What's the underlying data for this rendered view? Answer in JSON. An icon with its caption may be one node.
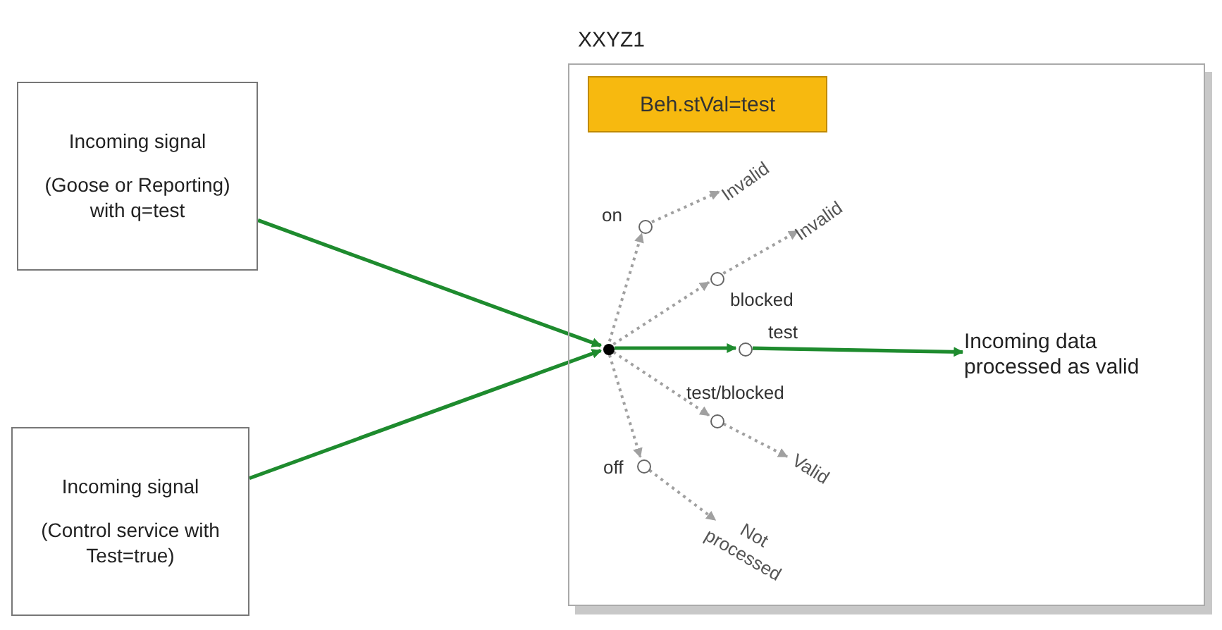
{
  "diagram": {
    "nodes": [
      {
        "text": [
          "Incoming signal",
          "(Goose or Reporting) with q=test"
        ]
      },
      {
        "text": [
          "Incoming signal",
          "(Control service with Test=true)"
        ]
      },
      {
        "text": [
          "XXYZ1"
        ]
      },
      {
        "text": [
          "Beh.stVal=test"
        ],
        "in": 2
      },
      {
        "text": [],
        "shape": "circle",
        "in": 2
      },
      {
        "text": [],
        "shape": "circle",
        "in": 2,
        "beside": [
          "on"
        ]
      },
      {
        "text": [
          "Invalid"
        ],
        "in": 2
      },
      {
        "text": [],
        "shape": "circle",
        "in": 2,
        "beside": [
          "blocked"
        ]
      },
      {
        "text": [
          "Invalid"
        ],
        "in": 2
      },
      {
        "text": [],
        "shape": "circle",
        "in": 2,
        "beside": [
          "test"
        ]
      },
      {
        "text": [
          "Incoming data processed as valid"
        ],
        "in": 2
      },
      {
        "text": [],
        "shape": "circle",
        "in": 2,
        "beside": [
          "test/blocked"
        ]
      },
      {
        "text": [
          "Valid"
        ],
        "in": 2
      },
      {
        "text": [],
        "shape": "circle",
        "in": 2,
        "beside": [
          "off"
        ]
      },
      {
        "text": [
          "Not processed"
        ],
        "in": 2
      }
    ],
    "edges": [
      {
        "from": 0,
        "to": 4,
        "arrow": "to",
        "color": "#1e8b2e"
      },
      {
        "from": 1,
        "to": 4,
        "arrow": "to",
        "color": "#1e8b2e"
      },
      {
        "from": 4,
        "to": 5,
        "arrow": "to",
        "style": "dashed"
      },
      {
        "from": 5,
        "to": 6,
        "arrow": "to",
        "style": "dashed"
      },
      {
        "from": 4,
        "to": 7,
        "arrow": "to",
        "style": "dashed"
      },
      {
        "from": 7,
        "to": 8,
        "arrow": "to",
        "style": "dashed"
      },
      {
        "from": 4,
        "to": 9,
        "arrow": "to",
        "color": "#1e8b2e"
      },
      {
        "from": 9,
        "to": 10,
        "arrow": "to",
        "color": "#1e8b2e"
      },
      {
        "from": 4,
        "to": 11,
        "arrow": "to",
        "style": "dashed"
      },
      {
        "from": 11,
        "to": 12,
        "arrow": "to",
        "style": "dashed"
      },
      {
        "from": 4,
        "to": 13,
        "arrow": "to",
        "style": "dashed"
      },
      {
        "from": 13,
        "to": 14,
        "arrow": "to",
        "style": "dashed"
      }
    ]
  }
}
